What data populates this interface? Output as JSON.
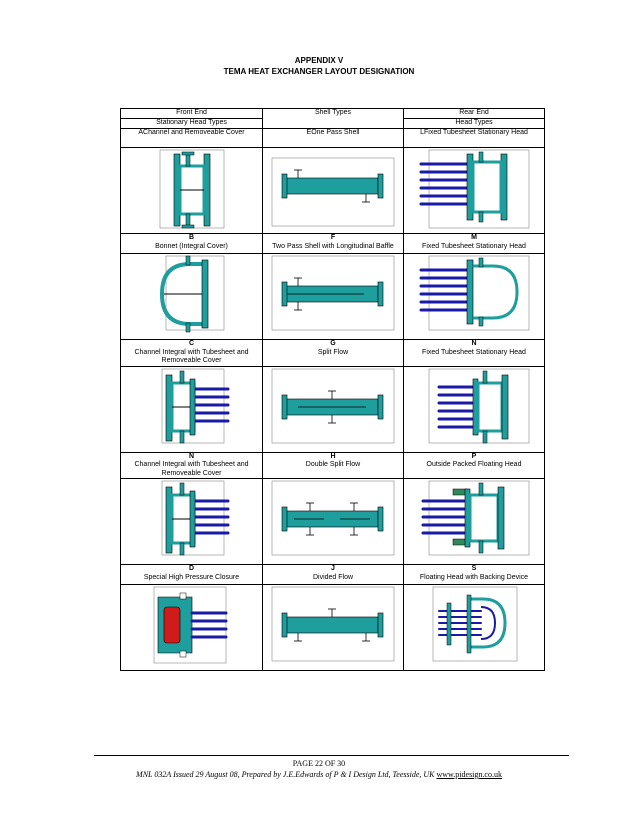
{
  "header": {
    "appendix": "APPENDIX V",
    "title": "TEMA HEAT EXCHANGER LAYOUT DESIGNATION"
  },
  "table": {
    "front_end_title": "Front End",
    "front_end_sub": "Stationary Head Types",
    "shell_title": "Shell Types",
    "rear_end_title": "Rear End",
    "rear_end_sub": "Head Types",
    "rows": [
      {
        "front": {
          "letter": "A",
          "name": "Channel and Removeable Cover"
        },
        "shell": {
          "letter": "E",
          "name": "One Pass Shell"
        },
        "rear": {
          "letter": "L",
          "name": "Fixed Tubesheet Stationary Head"
        }
      },
      {
        "front": {
          "letter": "B",
          "name": "Bonnet (Integral Cover)"
        },
        "shell": {
          "letter": "F",
          "name": "Two Pass Shell with Longitudinal Baffle"
        },
        "rear": {
          "letter": "M",
          "name": "Fixed Tubesheet Stationary Head"
        }
      },
      {
        "front": {
          "letter": "C",
          "name": "Channel Integral with Tubesheet and Removeable Cover"
        },
        "shell": {
          "letter": "G",
          "name": "Split Flow"
        },
        "rear": {
          "letter": "N",
          "name": "Fixed Tubesheet Stationary Head"
        }
      },
      {
        "front": {
          "letter": "N",
          "name": "Channel Integral with Tubesheet and Removeable Cover"
        },
        "shell": {
          "letter": "H",
          "name": "Double Split Flow"
        },
        "rear": {
          "letter": "P",
          "name": "Outside Packed Floating Head"
        }
      },
      {
        "front": {
          "letter": "D",
          "name": "Special High Pressure Closure"
        },
        "shell": {
          "letter": "J",
          "name": "Divided Flow"
        },
        "rear": {
          "letter": "S",
          "name": "Floating Head with Backing Device"
        }
      }
    ]
  },
  "colors": {
    "teal": "#1f9e9e",
    "blue": "#1a1aa8",
    "red": "#d11a1a"
  },
  "footer": {
    "page": "PAGE 22 OF 30",
    "credit": "MNL 032A  Issued 29 August 08, Prepared by J.E.Edwards of P & I Design Ltd, Teesside, UK",
    "link": "www.pidesign.co.uk"
  }
}
